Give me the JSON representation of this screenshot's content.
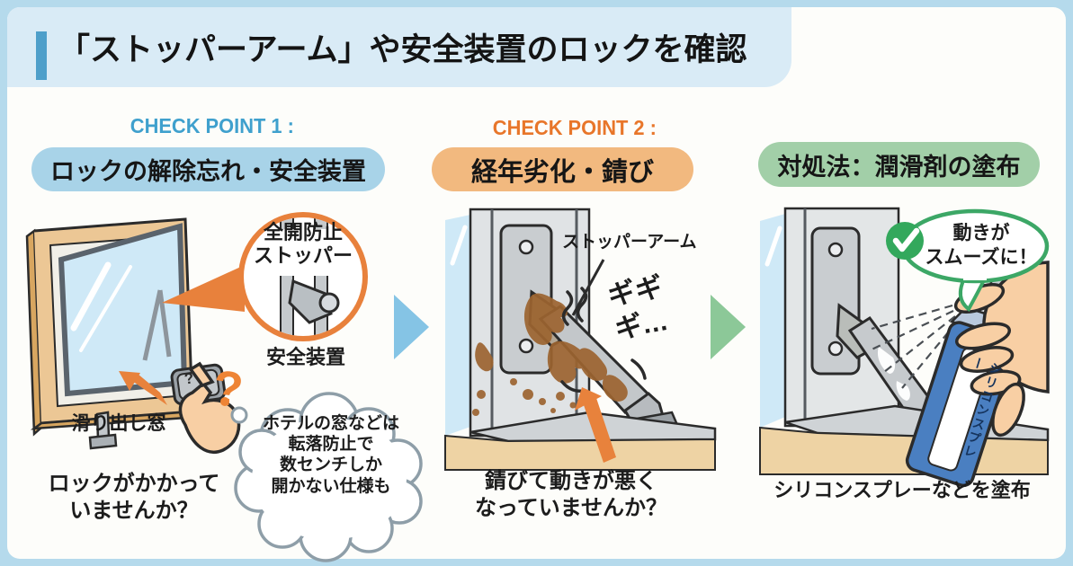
{
  "page": {
    "title": "「ストッパーアーム」や安全装置のロックを確認",
    "colors": {
      "frame_blue": "#b5daec",
      "band_blue": "#d9ebf6",
      "accent_blue": "#4e9fca",
      "checkpoint1_blue": "#3fa0cd",
      "pill1_blue": "#a8d3e8",
      "checkpoint2_orange": "#e8762a",
      "pill2_orange": "#f2b97f",
      "pill3_green": "#a2cfa8",
      "flow_arrow_blue": "#85c4e5",
      "flow_arrow_green": "#8cc898",
      "highlight_orange": "#e8813c",
      "bubble_green": "#3ca766"
    }
  },
  "panel1": {
    "check_label": "CHECK POINT 1 :",
    "heading": "ロックの解除忘れ・安全装置",
    "callout": {
      "line1": "全開防止",
      "line2": "ストッパー",
      "label": "安全装置"
    },
    "window_label": "滑り出し窓",
    "question_mark": "?",
    "button_mark": "?",
    "caption_line1": "ロックがかかって",
    "caption_line2": "いませんか？",
    "thought_bubble": [
      "ホテルの窓などは",
      "転落防止で",
      "数センチしか",
      "開かない仕様も"
    ]
  },
  "panel2": {
    "check_label": "CHECK POINT 2 :",
    "heading": "経年劣化・錆び",
    "part_label": "ストッパーアーム",
    "sfx": "ギギギ...",
    "caption_line1": "錆びて動きが悪く",
    "caption_line2": "なっていませんか？"
  },
  "panel3": {
    "heading": "対処法：潤滑剤の塗布",
    "bubble_line1": "動きが",
    "bubble_line2": "スムーズに！",
    "can_label": "シリコンスプレー",
    "caption": "シリコンスプレーなどを塗布"
  }
}
